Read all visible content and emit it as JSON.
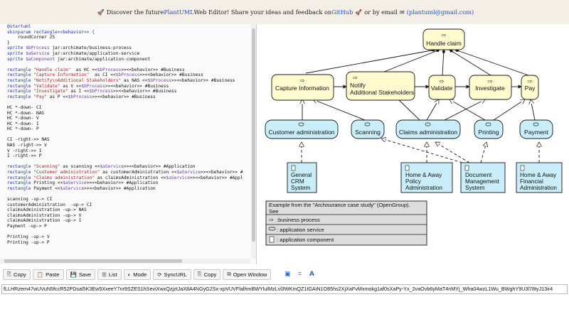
{
  "banner": {
    "text1": "Discover the future ",
    "link1": "PlantUML",
    "text2": " Web Editor! Share your ideas and feedback on ",
    "link2": "GitHub",
    "text3": " or by email ",
    "email": "(plantuml@gmail.com)"
  },
  "editor": {
    "lines": [
      [
        [
          "@startuml",
          "k"
        ]
      ],
      [
        [
          "skinparam rectangle<<behavior>> {",
          "k"
        ]
      ],
      [
        [
          "    roundCorner 25",
          ""
        ]
      ],
      [
        [
          "}",
          ""
        ]
      ],
      [
        [
          "sprite ",
          "k"
        ],
        [
          "$bProcess",
          "v"
        ],
        [
          " jar:archimate/business-process",
          ""
        ]
      ],
      [
        [
          "sprite ",
          "k"
        ],
        [
          "$aService",
          "v"
        ],
        [
          " jar:archimate/application-service",
          ""
        ]
      ],
      [
        [
          "sprite ",
          "k"
        ],
        [
          "$aComponent",
          "v"
        ],
        [
          " jar:archimate/application-component",
          ""
        ]
      ],
      [
        [
          "",
          ""
        ]
      ],
      [
        [
          "rectangle ",
          "k"
        ],
        [
          "\"Handle claim\"",
          "s"
        ],
        [
          "  as HC <<",
          ""
        ],
        [
          "$bProcess",
          "v"
        ],
        [
          ">><<behavior>> #Business",
          ""
        ]
      ],
      [
        [
          "rectangle ",
          "k"
        ],
        [
          "\"Capture Information\"",
          "s"
        ],
        [
          "  as CI <<",
          ""
        ],
        [
          "$bProcess",
          "v"
        ],
        [
          ">><<behavior>> #Business",
          ""
        ]
      ],
      [
        [
          "rectangle ",
          "k"
        ],
        [
          "\"Notify\\nAdditional Stakeholders\"",
          "s"
        ],
        [
          " as NAS <<",
          ""
        ],
        [
          "$bProcess",
          "v"
        ],
        [
          ">><<behavior>> #Business",
          ""
        ]
      ],
      [
        [
          "rectangle ",
          "k"
        ],
        [
          "\"Validate\"",
          "s"
        ],
        [
          " as V <<",
          ""
        ],
        [
          "$bProcess",
          "v"
        ],
        [
          ">><<behavior>> #Business",
          ""
        ]
      ],
      [
        [
          "rectangle ",
          "k"
        ],
        [
          "\"Investigate\"",
          "s"
        ],
        [
          " as I <<",
          ""
        ],
        [
          "$bProcess",
          "v"
        ],
        [
          ">><<behavior>> #Business",
          ""
        ]
      ],
      [
        [
          "rectangle ",
          "k"
        ],
        [
          "\"Pay\"",
          "s"
        ],
        [
          " as P <<",
          ""
        ],
        [
          "$bProcess",
          "v"
        ],
        [
          ">><<behavior>> #Business",
          ""
        ]
      ],
      [
        [
          "",
          ""
        ]
      ],
      [
        [
          "HC *-down- CI",
          ""
        ]
      ],
      [
        [
          "HC *-down- NAS",
          ""
        ]
      ],
      [
        [
          "HC *-down- V",
          ""
        ]
      ],
      [
        [
          "HC *-down- I",
          ""
        ]
      ],
      [
        [
          "HC *-down- P",
          ""
        ]
      ],
      [
        [
          "",
          ""
        ]
      ],
      [
        [
          "CI -right->> NAS",
          ""
        ]
      ],
      [
        [
          "NAS -right->> V",
          ""
        ]
      ],
      [
        [
          "V -right->> I",
          ""
        ]
      ],
      [
        [
          "I -right->> P",
          ""
        ]
      ],
      [
        [
          "",
          ""
        ]
      ],
      [
        [
          "rectangle ",
          "k"
        ],
        [
          "\"Scanning\"",
          "s"
        ],
        [
          " as scanning <<",
          ""
        ],
        [
          "$aService",
          "v"
        ],
        [
          ">><<behavior>> #Application",
          ""
        ]
      ],
      [
        [
          "rectangle ",
          "k"
        ],
        [
          "\"Customer administration\"",
          "s"
        ],
        [
          " as customerAdministration <<",
          ""
        ],
        [
          "$aService",
          "v"
        ],
        [
          ">><<behavior>> #",
          ""
        ]
      ],
      [
        [
          "rectangle ",
          "k"
        ],
        [
          "\"Claims administration\"",
          "s"
        ],
        [
          " as claimsAdministration <<",
          ""
        ],
        [
          "$aService",
          "v"
        ],
        [
          ">><<behavior>> #Appl",
          ""
        ]
      ],
      [
        [
          "rectangle ",
          "k"
        ],
        [
          "Printing <<",
          ""
        ],
        [
          "$aService",
          "v"
        ],
        [
          ">><<behavior>> #Application",
          ""
        ]
      ],
      [
        [
          "rectangle ",
          "k"
        ],
        [
          "Payment <<",
          ""
        ],
        [
          "$aService",
          "v"
        ],
        [
          ">><<behavior>> #Application",
          ""
        ]
      ],
      [
        [
          "",
          ""
        ]
      ],
      [
        [
          "scanning -up-> CI",
          ""
        ]
      ],
      [
        [
          "customerAdministration  -up-> CI",
          ""
        ]
      ],
      [
        [
          "claimsAdministration -up-> NAS",
          ""
        ]
      ],
      [
        [
          "claimsAdministration -up-> V",
          ""
        ]
      ],
      [
        [
          "claimsAdministration -up-> I",
          ""
        ]
      ],
      [
        [
          "Payment -up-> P",
          ""
        ]
      ],
      [
        [
          "",
          ""
        ]
      ],
      [
        [
          "Printing -up-> V",
          ""
        ]
      ],
      [
        [
          "Printing -up-> P",
          ""
        ]
      ]
    ]
  },
  "diagram": {
    "handle_claim": "Handle claim",
    "capture": "Capture Information",
    "notify_1": "Notify",
    "notify_2": "Additional Stakeholders",
    "validate": "Validate",
    "investigate": "Investigate",
    "pay": "Pay",
    "customer_admin": "Customer administration",
    "scanning": "Scanning",
    "claims_admin": "Claims administration",
    "printing": "Printing",
    "payment": "Payment",
    "gcrm_1": "General",
    "gcrm_2": "CRM",
    "gcrm_3": "System",
    "hapa_1": "Home & Away",
    "hapa_2": "Policy",
    "hapa_3": "Administration",
    "dms_1": "Document",
    "dms_2": "Management",
    "dms_3": "System",
    "hafa_1": "Home & Away",
    "hafa_2": "Financial",
    "hafa_3": "Administration",
    "legend_title_1": "Example from the \"Archisurance case study\" (OpenGroup).",
    "legend_title_2": "See",
    "legend_business": ":business process",
    "legend_service": ": application service",
    "legend_component": ": application component",
    "colors": {
      "business": "#fffbcf",
      "application": "#c9eef9",
      "legend": "#dddddd"
    }
  },
  "toolbar": {
    "copy": "Copy",
    "paste": "Paste",
    "save": "Save",
    "list": "List",
    "mode": "Mode",
    "syncurl": "SyncURL",
    "copy2": "Copy",
    "open_window": "Open Window"
  },
  "url": "fLLHRzem47wUVuN5fccR52PDsal5K3Ew5XxeeY7nr9SZES1hSeviXwxQzjztJaX8A4NGyG2Sx-xpVUVFlalhmBWYlulMzLvl3WKmQZ1tGAiN1O85hs2XjXaFvMxmokg1af0sXaPy-Yx_2vaOvb6yMaT4nMYj_Wha04wzL1Wu_BWghY9U3l78tyJ13ir4"
}
